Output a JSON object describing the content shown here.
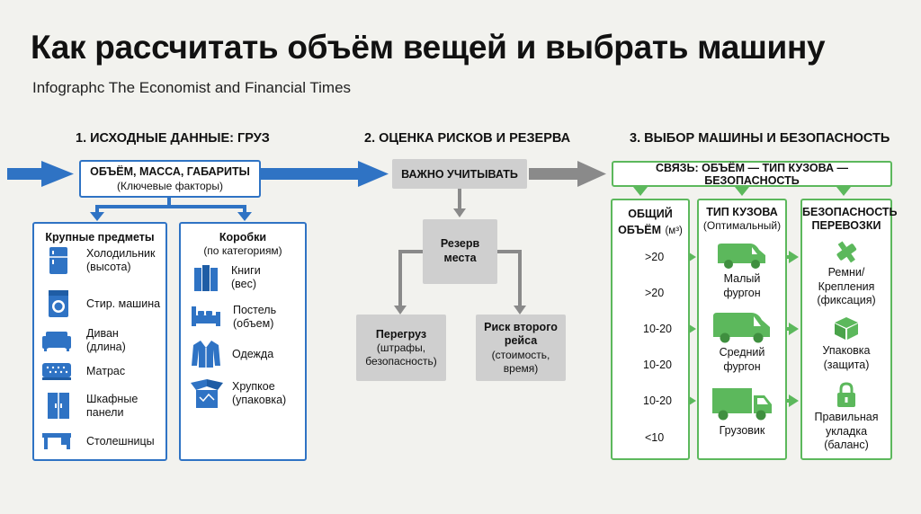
{
  "title": "Как рассчитать объём вещей и выбрать машину",
  "subtitle": "Infographc The Economist and Financial Times",
  "sections": {
    "s1": "1. ИСХОДНЫЕ ДАННЫЕ: ГРУЗ",
    "s2": "2. ОЦЕНКА РИСКОВ И РЕЗЕРВА",
    "s3": "3. ВЫБОР МАШИНЫ И БЕЗОПАСНОСТЬ"
  },
  "input_box": {
    "title": "ОБЪЁМ, МАССА, ГАБАРИТЫ",
    "sub": "(Ключевые факторы)"
  },
  "large_items": {
    "title": "Крупные предметы",
    "items": [
      {
        "icon": "fridge-icon",
        "label": "Холодильник\n(высота)"
      },
      {
        "icon": "washing-machine-icon",
        "label": "Стир. машина"
      },
      {
        "icon": "sofa-icon",
        "label": "Диван\n(длина)"
      },
      {
        "icon": "mattress-icon",
        "label": "Матрас"
      },
      {
        "icon": "wardrobe-icon",
        "label": "Шкафные\nпанели"
      },
      {
        "icon": "table-icon",
        "label": "Столешницы"
      }
    ]
  },
  "boxes": {
    "title": "Коробки",
    "sub": "(по категориям)",
    "items": [
      {
        "icon": "books-icon",
        "label": "Книги\n(вес)"
      },
      {
        "icon": "bed-icon",
        "label": "Постель\n(объем)"
      },
      {
        "icon": "clothes-icon",
        "label": "Одежда"
      },
      {
        "icon": "fragile-box-icon",
        "label": "Хрупкое\n(упаковка)"
      }
    ]
  },
  "risks": {
    "important": "ВАЖНО УЧИТЫВАТЬ",
    "reserve": "Резерв\nместа",
    "overload_title": "Перегруз",
    "overload_sub": "(штрафы,\nбезопасность)",
    "second_trip_title": "Риск второго\nрейса",
    "second_trip_sub": "(стоимость,\nвремя)"
  },
  "vehicle": {
    "link": "СВЯЗЬ: ОБЪЁМ — ТИП КУЗОВА — БЕЗОПАСНОСТЬ",
    "volume_title": "ОБЩИЙ\nОБЪЁМ",
    "volume_unit": "(м³)",
    "volume_levels": [
      ">20",
      ">20",
      "10-20",
      "10-20",
      "10-20",
      "<10"
    ],
    "body_title": "ТИП КУЗОВА",
    "body_sub": "(Оптимальный)",
    "bodies": [
      {
        "icon": "small-van-icon",
        "label": "Малый\nфургон"
      },
      {
        "icon": "medium-van-icon",
        "label": "Средний\nфургон"
      },
      {
        "icon": "truck-icon",
        "label": "Грузовик"
      }
    ],
    "safety_title": "БЕЗОПАСНОСТЬ\nПЕРЕВОЗКИ",
    "safety": [
      {
        "icon": "seatbelt-icon",
        "label": "Ремни/\nКрепления\n(фиксация)"
      },
      {
        "icon": "package-icon",
        "label": "Упаковка\n(защита)"
      },
      {
        "icon": "lock-icon",
        "label": "Правильная\nукладка\n(баланс)"
      }
    ]
  },
  "colors": {
    "blue": "#2f73c4",
    "green": "#5cb85c",
    "gray": "#8a8a8a",
    "gray_box": "#cfcfcf",
    "bg": "#f2f2ee"
  }
}
